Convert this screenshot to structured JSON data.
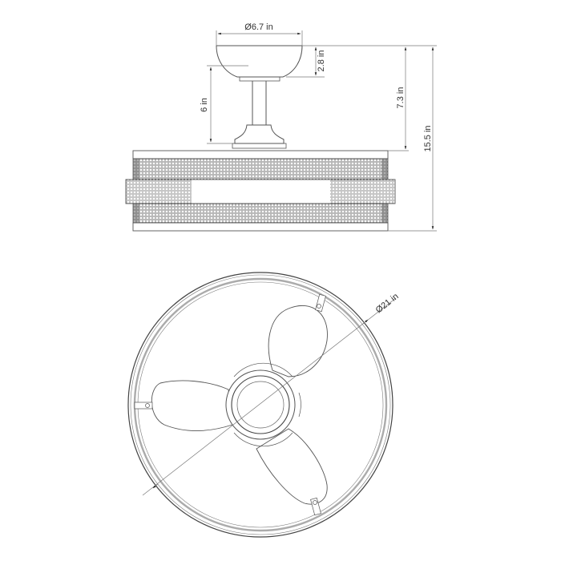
{
  "diagram": {
    "type": "product dimension drawing",
    "subject": "ceiling fan with enclosed drum cage and retractable blades",
    "views": [
      {
        "name": "side-elevation",
        "description": "canopy, downrod, motor housing, perforated mesh drum"
      },
      {
        "name": "bottom-plan",
        "description": "circular drum ring, 3 blades, central light hub"
      }
    ],
    "dimensions": {
      "canopy_diameter": "Ø6.7 in",
      "canopy_height": "2.8 in",
      "downrod_length": "6 in",
      "canopy_to_drum_top": "7.3 in",
      "overall_height": "15.5 in",
      "fan_diameter": "Ø21 in"
    },
    "blade_count": 3,
    "colors": {
      "line": "#555555",
      "text": "#333333",
      "background": "#ffffff"
    }
  }
}
